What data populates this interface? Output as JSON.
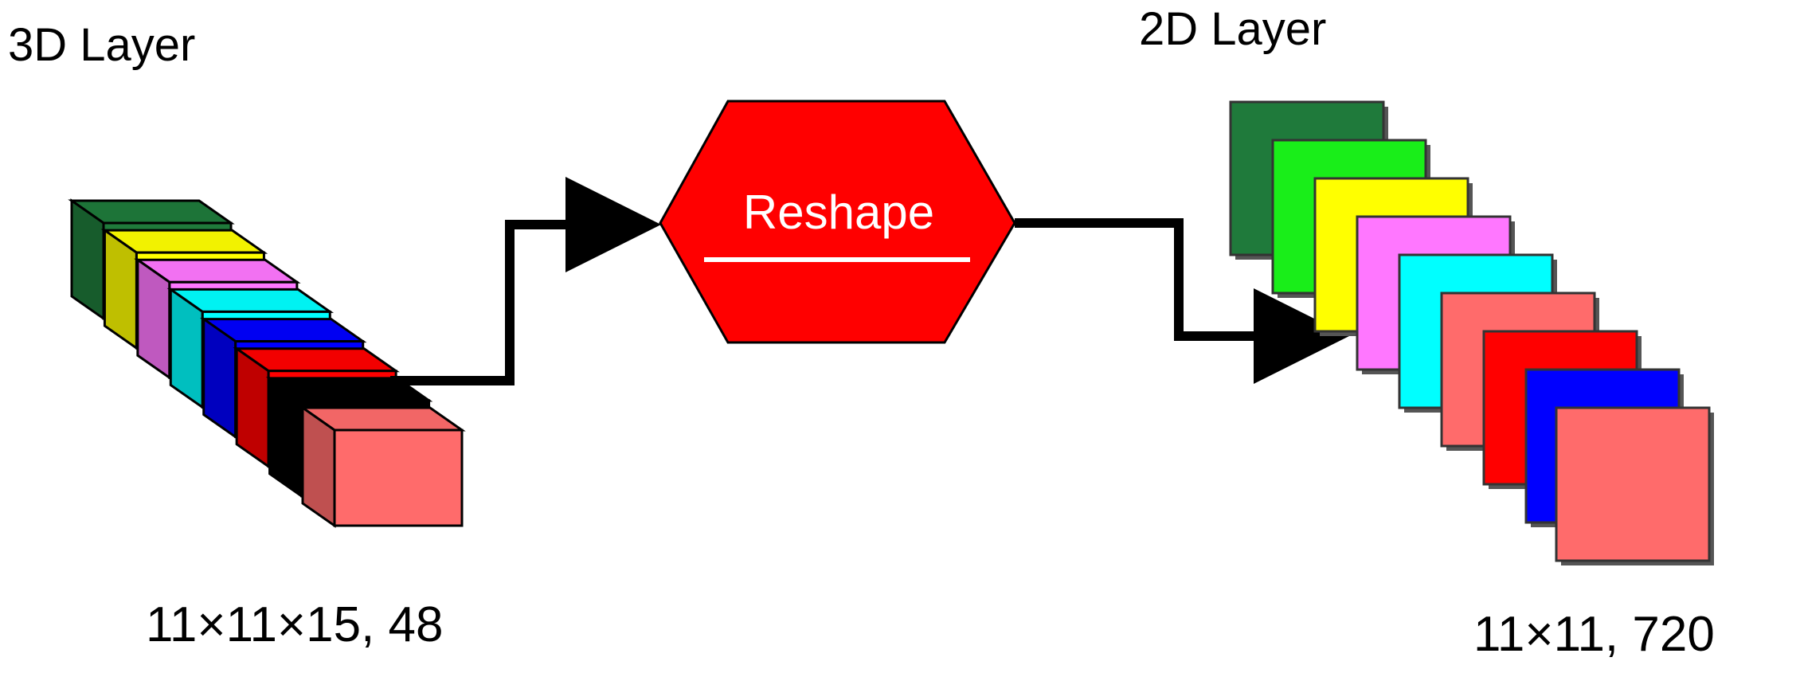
{
  "labels": {
    "layer_3d": "3D Layer",
    "layer_2d": "2D Layer",
    "reshape": "Reshape",
    "dims_3d": "11×11×15, 48",
    "dims_2d": "11×11, 720"
  },
  "colors": {
    "dark_green": "#1f7a3b",
    "green": "#19ee19",
    "yellow": "#ffff00",
    "pink": "#ff77ff",
    "cyan": "#00ffff",
    "blue": "#0000ff",
    "red": "#ff0000",
    "salmon": "#ff6b6b",
    "black": "#000000",
    "reshape_fill": "#ff0000",
    "reshape_text": "#ffffff"
  },
  "stack_3d": [
    "dark_green",
    "yellow",
    "pink",
    "cyan",
    "blue",
    "red",
    "black",
    "salmon"
  ],
  "stack_2d": [
    "dark_green",
    "green",
    "yellow",
    "pink",
    "cyan",
    "salmon",
    "red",
    "blue",
    "salmon"
  ]
}
